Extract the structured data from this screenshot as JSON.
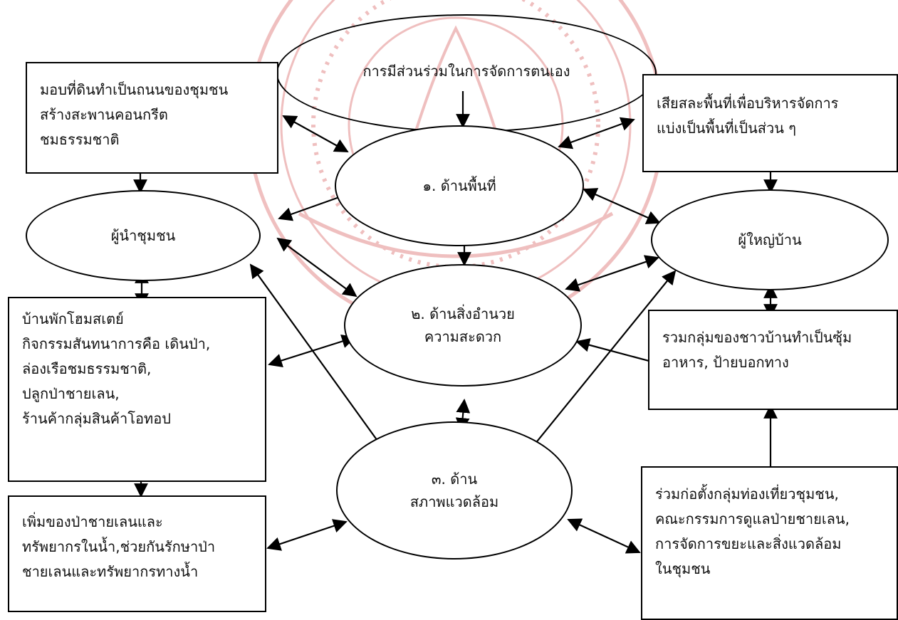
{
  "watermark": {
    "color": "#c81e1e"
  },
  "line_color": "#000000",
  "arrow_color": "#000000",
  "top_oval": {
    "text": "การมีส่วนร่วมในการจัดการตนเอง"
  },
  "center_nodes": {
    "area": {
      "lines": [
        "๑. ด้านพื้นที่"
      ]
    },
    "facilities": {
      "lines": [
        "๒. ด้านสิ่งอำนวย",
        "ความสะดวก"
      ]
    },
    "environment": {
      "lines": [
        "๓. ด้าน",
        "สภาพแวดล้อม"
      ]
    }
  },
  "actors": {
    "community_leader": {
      "text": "ผู้นำชุมชน"
    },
    "village_headman": {
      "text": "ผู้ใหญ่บ้าน"
    }
  },
  "boxes": {
    "left_top": {
      "lines": [
        "มอบที่ดินทำเป็นถนนของชุมชน",
        "สร้างสะพานคอนกรีต",
        "ชมธรรมชาติ"
      ]
    },
    "left_middle": {
      "lines": [
        "บ้านพักโฮมสเตย์",
        "กิจกรรมสันทนาการคือ เดินป่า,",
        "ล่องเรือชมธรรมชาติ,",
        "ปลูกป่าชายเลน,",
        "ร้านค้ากลุ่มสินค้าโอทอป"
      ]
    },
    "left_bottom": {
      "lines": [
        "เพิ่มของป่าชายเลนและ",
        "ทรัพยากรในน้ำ,ช่วยกันรักษาป่า",
        "ชายเลนและทรัพยากรทางน้ำ"
      ]
    },
    "right_top": {
      "lines": [
        "เสียสละพื้นที่เพื่อบริหารจัดการ",
        "แบ่งเป็นพื้นที่เป็นส่วน ๆ"
      ]
    },
    "right_middle": {
      "lines": [
        "รวมกลุ่มของชาวบ้านทำเป็นซุ้ม",
        "อาหาร, ป้ายบอกทาง"
      ]
    },
    "right_bottom": {
      "lines": [
        "ร่วมก่อตั้งกลุ่มท่องเที่ยวชุมชน,",
        "คณะกรรมการดูแลป่ายชายเลน,",
        "การจัดการขยะและสิ่งแวดล้อม",
        "ในชุมชน"
      ]
    }
  }
}
